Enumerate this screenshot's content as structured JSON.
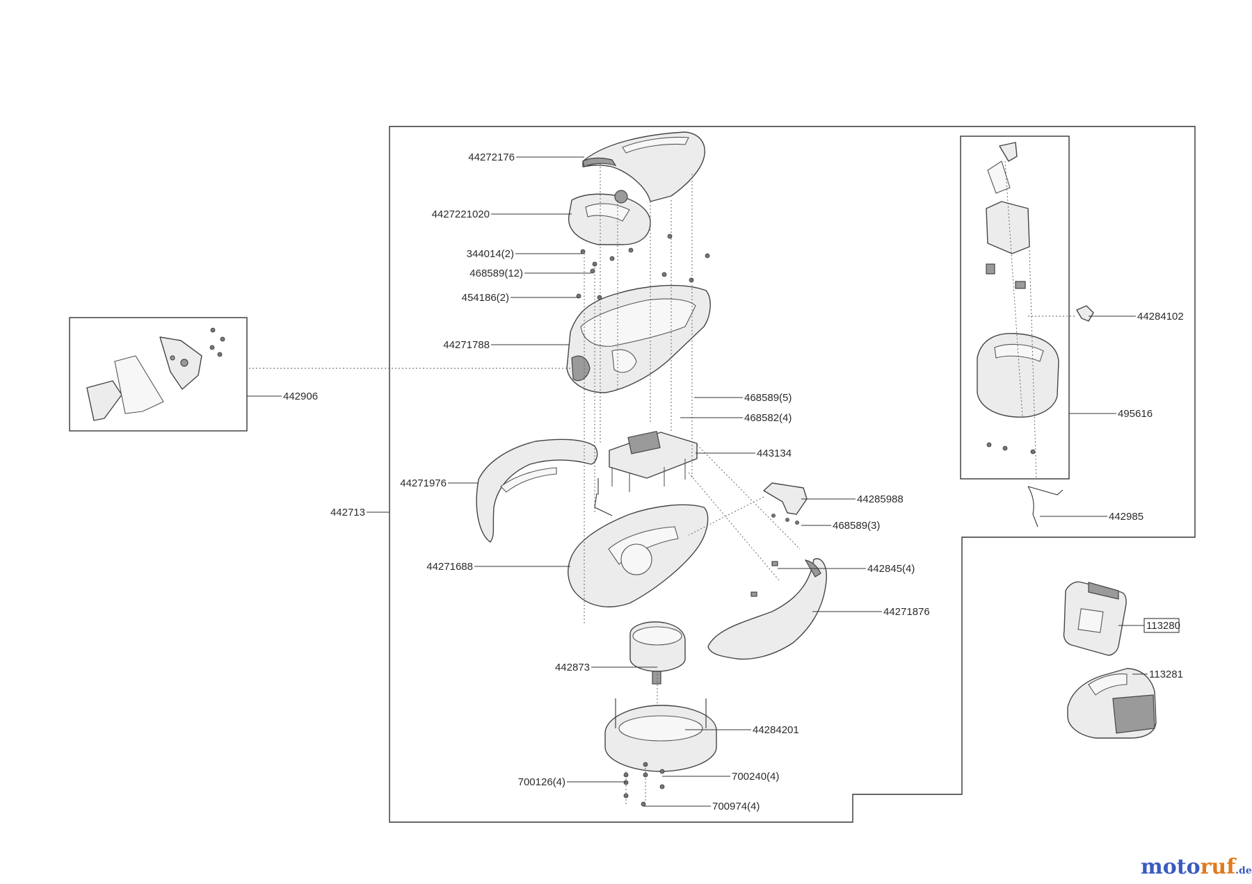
{
  "diagram": {
    "parts": {
      "p44272176": "44272176",
      "p4427221020": "4427221020",
      "p344014": "344014(2)",
      "p468589_12": "468589(12)",
      "p454186": "454186(2)",
      "p44271788": "44271788",
      "p442906": "442906",
      "p468589_5": "468589(5)",
      "p468582": "468582(4)",
      "p443134": "443134",
      "p44271976": "44271976",
      "p442713": "442713",
      "p44285988": "44285988",
      "p468589_3": "468589(3)",
      "p44271688": "44271688",
      "p442845": "442845(4)",
      "p44271876": "44271876",
      "p442873": "442873",
      "p44284201": "44284201",
      "p700126": "700126(4)",
      "p700240": "700240(4)",
      "p700974": "700974(4)",
      "p44284102": "44284102",
      "p495616": "495616",
      "p442985": "442985",
      "p113280": "113280",
      "p113281": "113281"
    },
    "brand": {
      "name_a": "moto",
      "name_b": "ruf",
      "suffix": ".de",
      "color_a": "#3a5bbf",
      "color_b": "#e07a1a"
    }
  }
}
